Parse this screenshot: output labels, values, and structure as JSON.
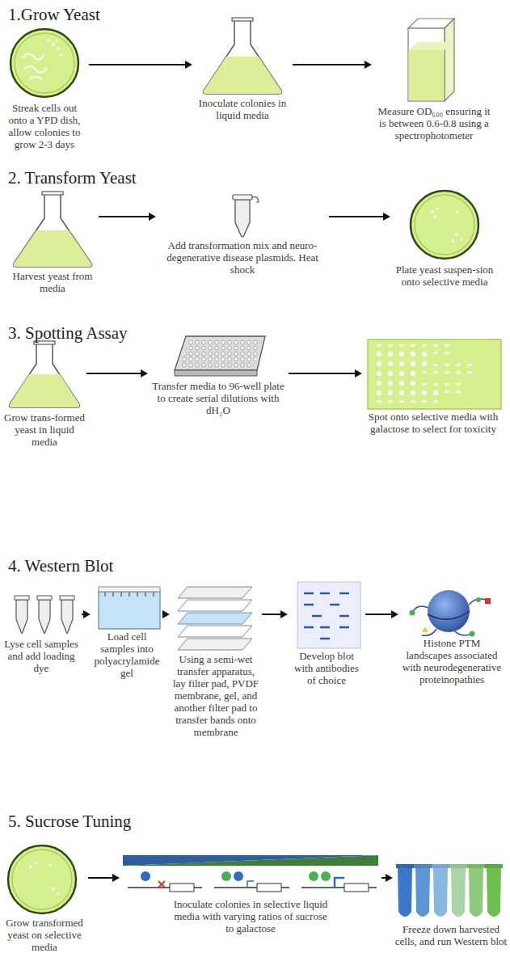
{
  "diagram": {
    "nodes": [
      {
        "text": [
          "Streak cells out onto a YPD dish, allow colonies to grow 2-3 days"
        ]
      },
      {
        "text": [
          "Inoculate colonies in liquid media"
        ]
      },
      {
        "text": [
          "Measure OD₆₀₀ ensuring it is between 0.6-0.8 using a spectrophotometer"
        ]
      },
      {
        "text": [
          "Harvest yeast from media"
        ]
      },
      {
        "text": [
          "Add transformation mix and neuro-degenerative disease plasmids. Heat shock"
        ]
      },
      {
        "text": [
          "Plate yeast suspen-sion onto selective media"
        ]
      },
      {
        "text": [
          "Grow trans-formed yeast in liquid media"
        ]
      },
      {
        "text": [
          "Transfer media to 96-well plate to create serial dilutions with dH₂O"
        ]
      },
      {
        "text": [
          "Spot onto selective media with galactose to select for toxicity"
        ]
      },
      {
        "text": [
          "Lyse cell samples and add loading dye"
        ]
      },
      {
        "text": [
          "Load cell samples into polyacrylamide gel"
        ]
      },
      {
        "text": [
          "Using a semi-wet transfer apparatus, lay filter pad, PVDF membrane, gel, and another filter pad to transfer bands onto membrane"
        ]
      },
      {
        "text": [
          "Develop blot with antibodies of choice"
        ]
      },
      {
        "text": [
          "Histone PTM landscapes associated with neurodegenerative proteinopathies"
        ]
      },
      {
        "text": [
          "Grow transformed yeast on selective media"
        ]
      },
      {
        "text": [
          "Inoculate colonies in selective liquid media with varying ratios of sucrose to galactose"
        ]
      },
      {
        "text": [
          "Freeze down harvested cells, and run Western blot"
        ]
      }
    ],
    "edges": [
      {
        "from": 0,
        "to": 1,
        "arrow": "to"
      },
      {
        "from": 1,
        "to": 2,
        "arrow": "to"
      },
      {
        "from": 3,
        "to": 4,
        "arrow": "to"
      },
      {
        "from": 4,
        "to": 5,
        "arrow": "to"
      },
      {
        "from": 6,
        "to": 7,
        "arrow": "to"
      },
      {
        "from": 7,
        "to": 8,
        "arrow": "to"
      },
      {
        "from": 9,
        "to": 10,
        "arrow": "to"
      },
      {
        "from": 10,
        "to": 11,
        "arrow": "to"
      },
      {
        "from": 11,
        "to": 12,
        "arrow": "to"
      },
      {
        "from": 12,
        "to": 13,
        "arrow": "to"
      },
      {
        "from": 14,
        "to": 15,
        "arrow": "to"
      },
      {
        "from": 15,
        "to": 16,
        "arrow": "to"
      }
    ],
    "labels": [
      "1.Grow Yeast",
      "2. Transform Yeast",
      "3. Spotting Assay",
      "4. Western Blot",
      "5. Sucrose Tuning"
    ]
  }
}
